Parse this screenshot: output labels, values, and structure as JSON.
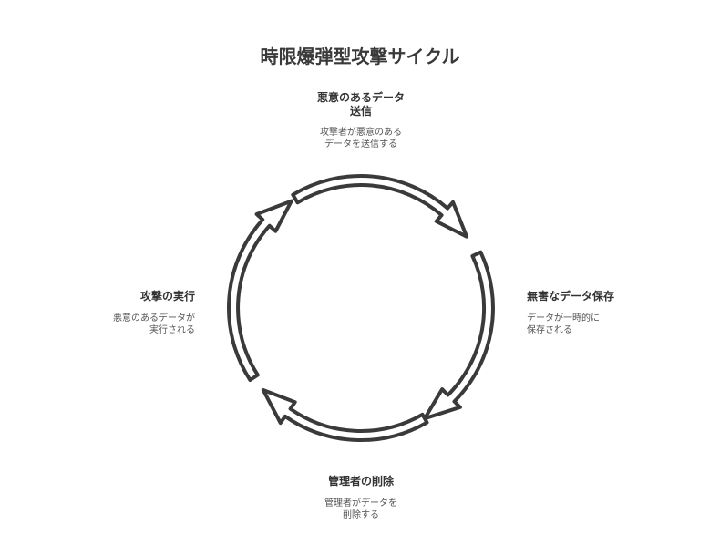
{
  "title": "時限爆弾型攻撃サイクル",
  "stages": [
    {
      "title_line1": "悪意のあるデータ",
      "title_line2": "送信",
      "desc_line1": "攻撃者が悪意のある",
      "desc_line2": "データを送信する",
      "arrow_icon": "curved-arrow-icon"
    },
    {
      "title_line1": "無害なデータ保存",
      "desc_line1": "データが一時的に",
      "desc_line2": "保存される",
      "arrow_icon": "curved-arrow-icon"
    },
    {
      "title_line1": "管理者の削除",
      "desc_line1": "管理者がデータを",
      "desc_line2": "削除する",
      "arrow_icon": "curved-arrow-icon"
    },
    {
      "title_line1": "攻撃の実行",
      "desc_line1": "悪意のあるデータが",
      "desc_line2": "実行される",
      "arrow_icon": "curved-arrow-icon"
    }
  ],
  "colors": {
    "arrow_stroke": "#3a3a3a",
    "arrow_fill": "#ffffff"
  }
}
